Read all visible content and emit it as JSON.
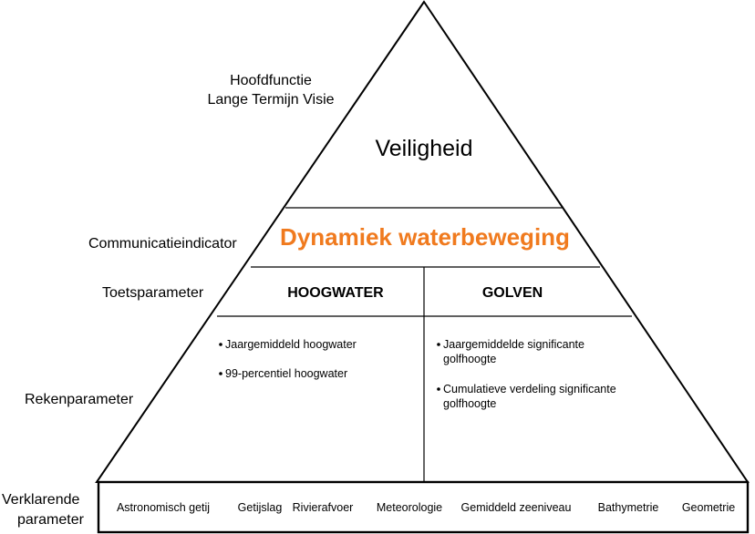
{
  "levels": {
    "hoofdfunctie_line1": "Hoofdfunctie",
    "hoofdfunctie_line2": "Lange Termijn Visie",
    "communicatieindicator": "Communicatieindicator",
    "toetsparameter": "Toetsparameter",
    "rekenparameter": "Rekenparameter",
    "verklarende_line1": "Verklarende",
    "verklarende_line2": "parameter"
  },
  "pyramid": {
    "top_title": "Veiligheid",
    "indicator": "Dynamiek waterbeweging",
    "indicator_color": "#f07a1e",
    "left_heading": "HOOGWATER",
    "right_heading": "GOLVEN",
    "left_bullets": [
      "Jaargemiddeld hoogwater",
      "99-percentiel hoogwater"
    ],
    "right_bullets": [
      {
        "line1": "Jaargemiddelde significante",
        "line2": "golfhoogte"
      },
      {
        "line1": "Cumulatieve verdeling significante",
        "line2": "golfhoogte"
      }
    ]
  },
  "base": {
    "items": [
      "Astronomisch getij",
      "Getijslag",
      "Rivierafvoer",
      "Meteorologie",
      "Gemiddeld zeeniveau",
      "Bathymetrie",
      "Geometrie"
    ]
  }
}
